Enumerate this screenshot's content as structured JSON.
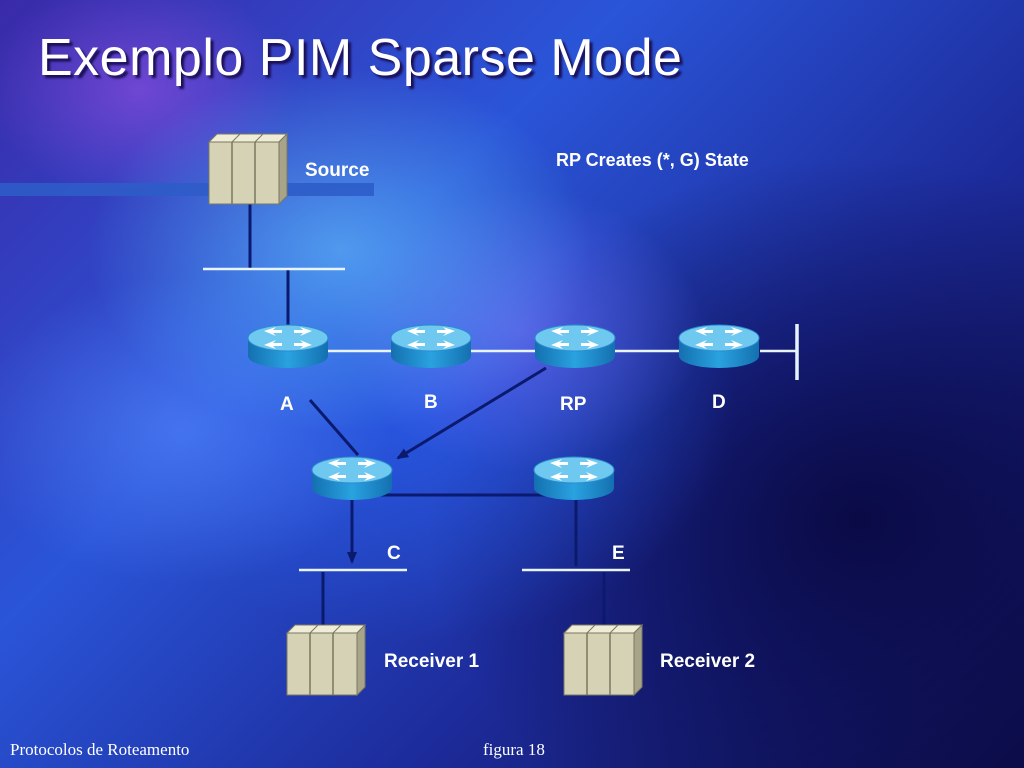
{
  "slide": {
    "title": "Exemplo PIM Sparse Mode",
    "annotation": "RP Creates (*, G) State",
    "footer_left": "Protocolos de Roteamento",
    "footer_center": "figura 18"
  },
  "diagram": {
    "hosts": {
      "source": "Source",
      "receiver1": "Receiver 1",
      "receiver2": "Receiver 2"
    },
    "routers": {
      "a": "A",
      "b": "B",
      "rp": "RP",
      "d": "D",
      "c": "C",
      "e": "E"
    }
  },
  "colors": {
    "router_top": "#6fc8f0",
    "router_side": "#1d86c6",
    "link": "#e8f4ff",
    "arrow": "#0b1a6e",
    "server": "#d6d2b6"
  }
}
